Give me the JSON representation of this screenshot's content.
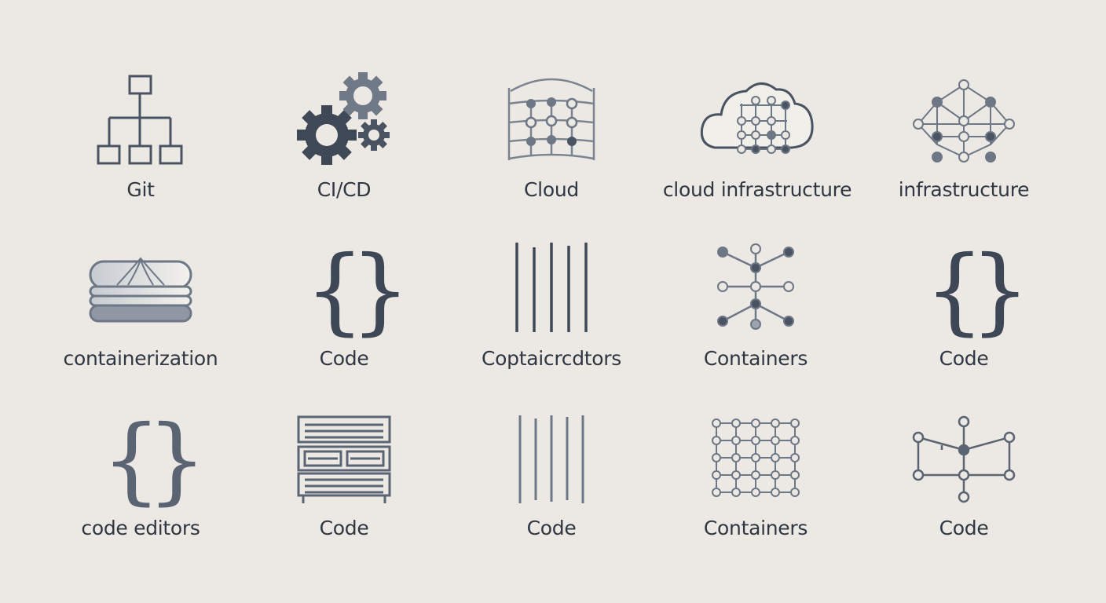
{
  "items": [
    {
      "label": "Git",
      "icon": "hierarchy-icon"
    },
    {
      "label": "CI/CD",
      "icon": "gears-icon"
    },
    {
      "label": "Cloud",
      "icon": "cloud-grid-icon"
    },
    {
      "label": "cloud infrastructure",
      "icon": "cloud-network-icon"
    },
    {
      "label": "infrastructure",
      "icon": "network-nodes-icon"
    },
    {
      "label": "containerization",
      "icon": "container-stack-icon"
    },
    {
      "label": "Code",
      "icon": "braces-icon"
    },
    {
      "label": "Coptaicrcdtors",
      "icon": "vertical-lines-icon"
    },
    {
      "label": "Containers",
      "icon": "node-tree-icon"
    },
    {
      "label": "Code",
      "icon": "braces-icon"
    },
    {
      "label": "code editors",
      "icon": "braces-icon"
    },
    {
      "label": "Code",
      "icon": "server-rack-icon"
    },
    {
      "label": "Code",
      "icon": "vertical-lines-icon"
    },
    {
      "label": "Containers",
      "icon": "node-grid-icon"
    },
    {
      "label": "Code",
      "icon": "network-diagram-icon"
    }
  ],
  "colors": {
    "background": "#ece8e3",
    "icon_dark": "#3e4755",
    "icon_mid": "#6d7785",
    "icon_light": "#9aa3ae"
  }
}
